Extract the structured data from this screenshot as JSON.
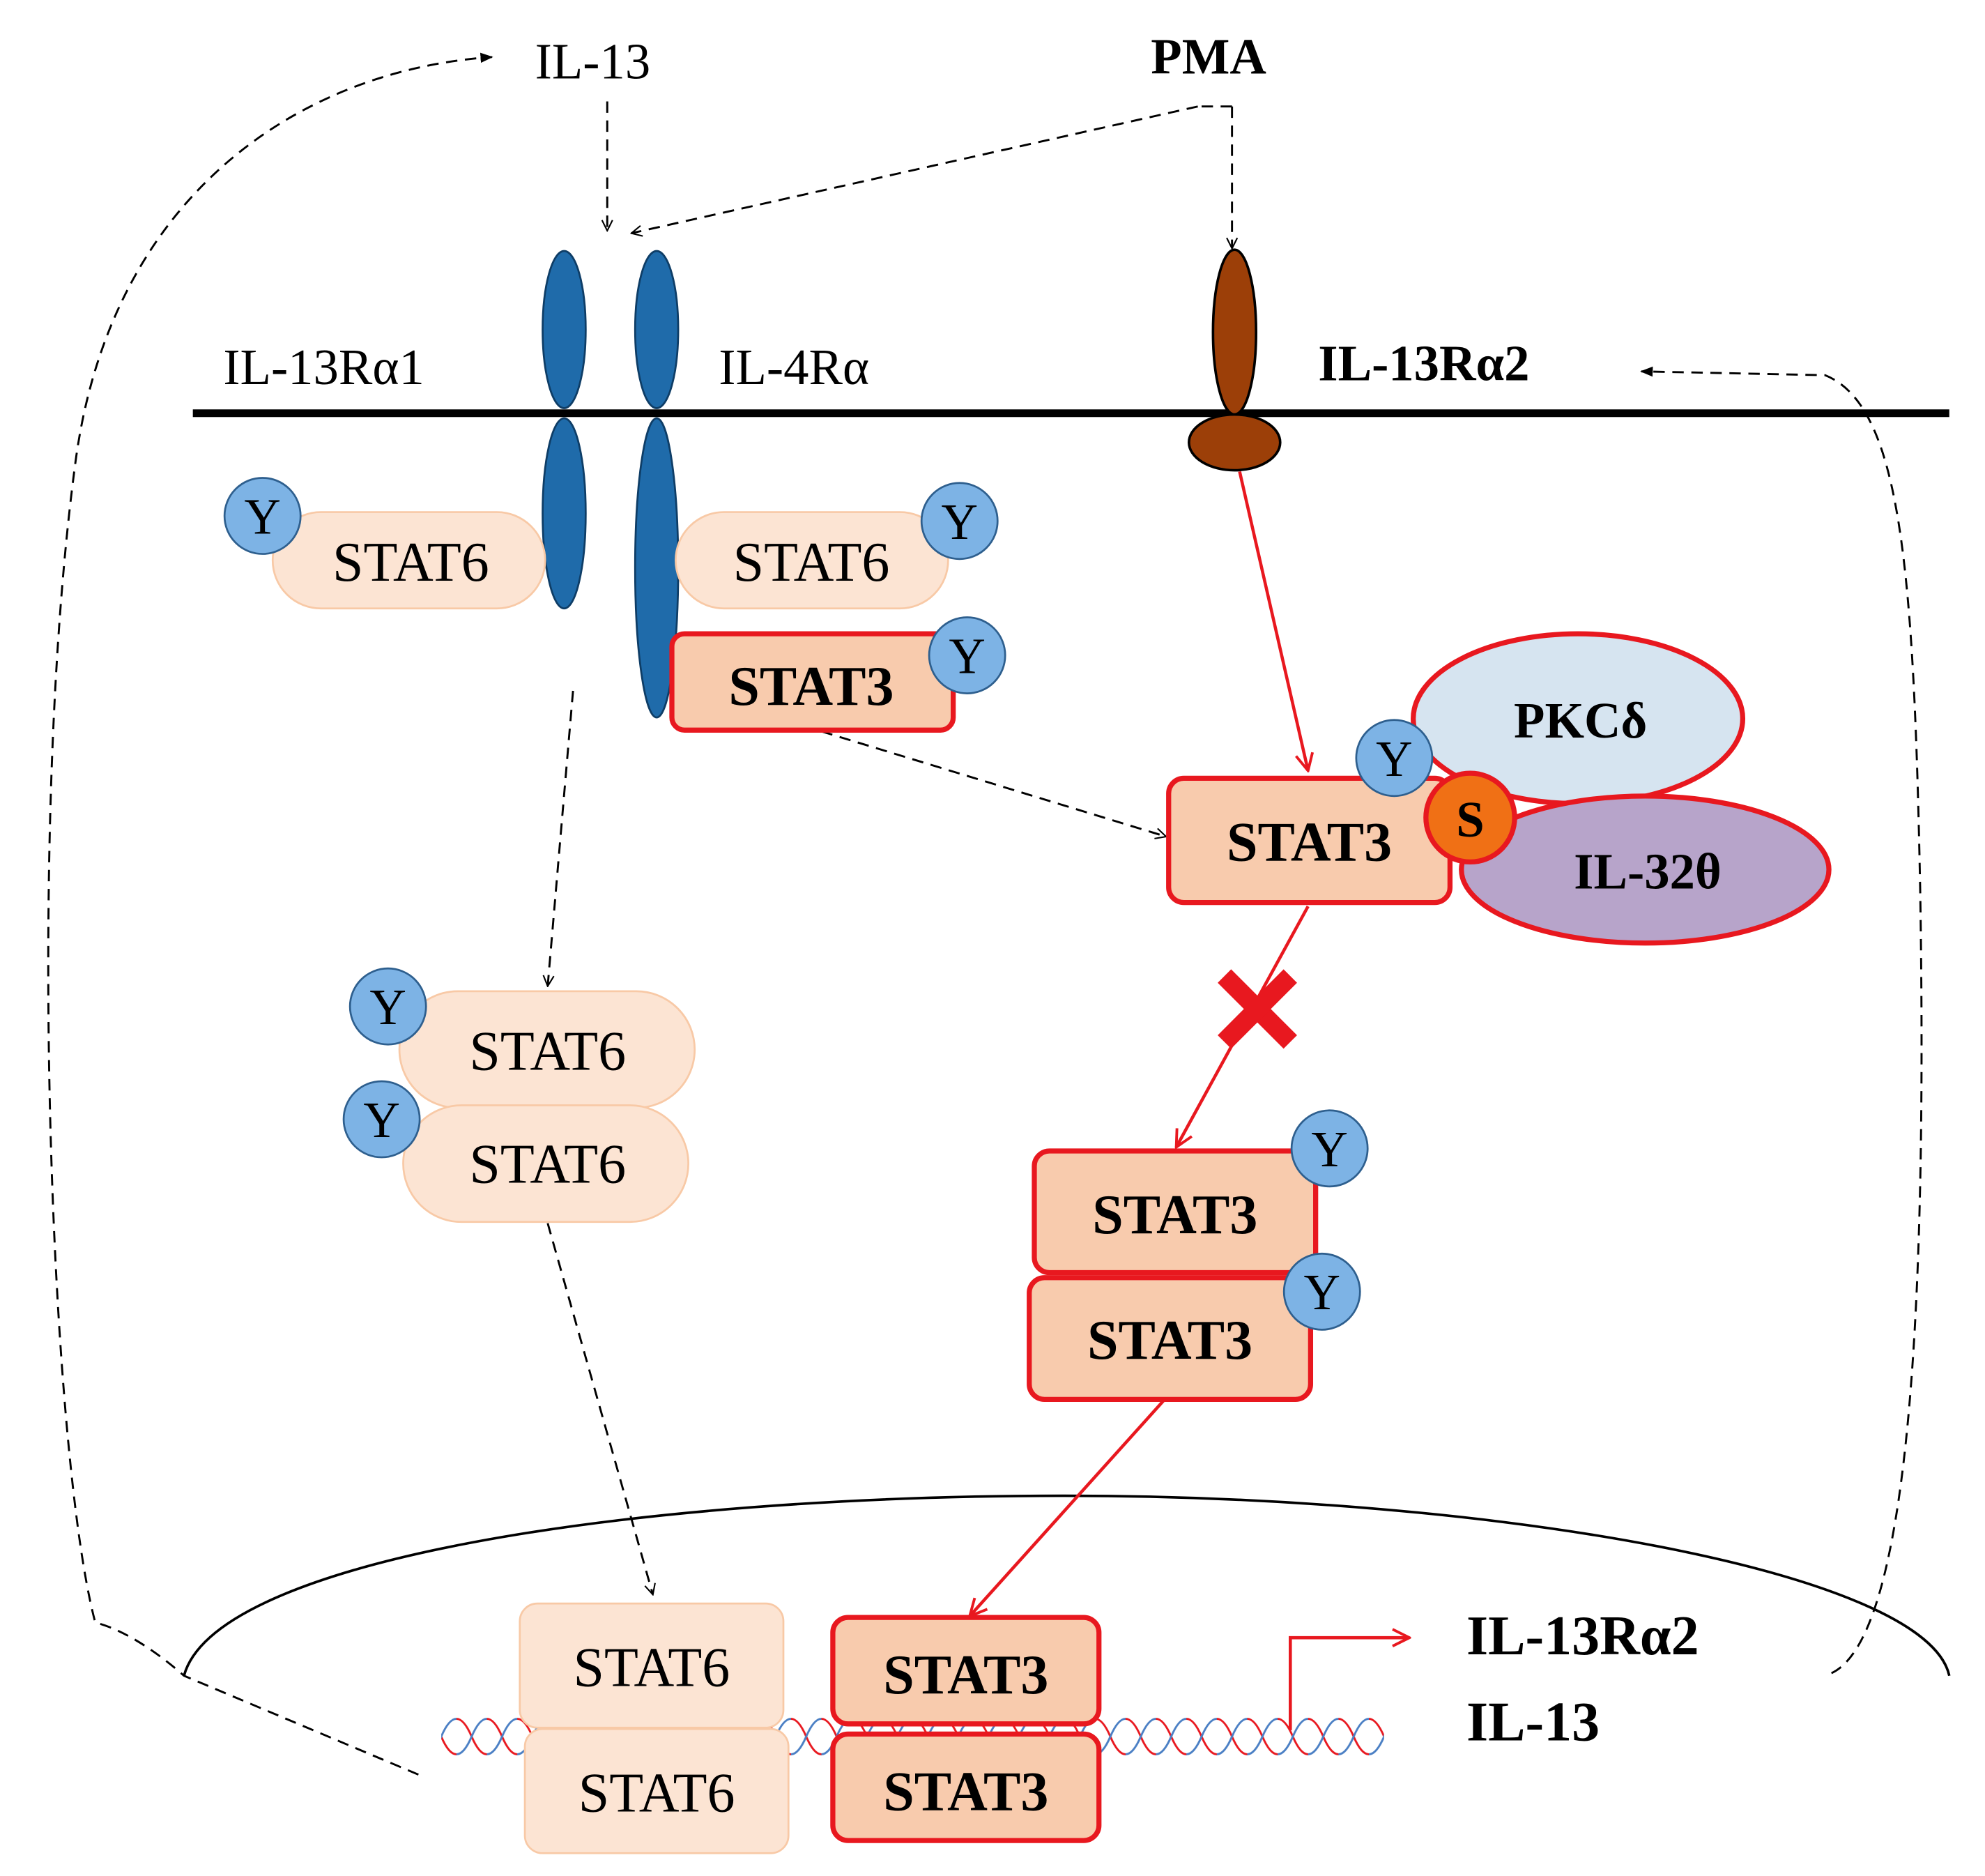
{
  "labels": {
    "il13_top": "IL-13",
    "pma": "PMA",
    "il13ra1": "IL-13Rα1",
    "il4ra": "IL-4Rα",
    "il13ra2_membrane": "IL-13Rα2",
    "pkcd": "PKCδ",
    "il32t": "IL-32θ",
    "s_mark": "S",
    "y_mark": "Y",
    "stat6": "STAT6",
    "stat3": "STAT3",
    "out_il13ra2": "IL-13Rα2",
    "out_il13": "IL-13"
  },
  "colors": {
    "receptor_blue": "#1F6BAA",
    "receptor_brown": "#9C3F08",
    "stat6_fill": "#FCE4D3",
    "stat6_border": "#F8C9A6",
    "stat3_fill": "#F8CBAD",
    "stat3_border": "#E8181F",
    "y_fill": "#7DB3E5",
    "s_fill": "#F07015",
    "pkc_fill": "#D6E4F0",
    "il32_fill": "#B7A4CA",
    "signal_red": "#E8181F",
    "membrane": "#000000"
  }
}
